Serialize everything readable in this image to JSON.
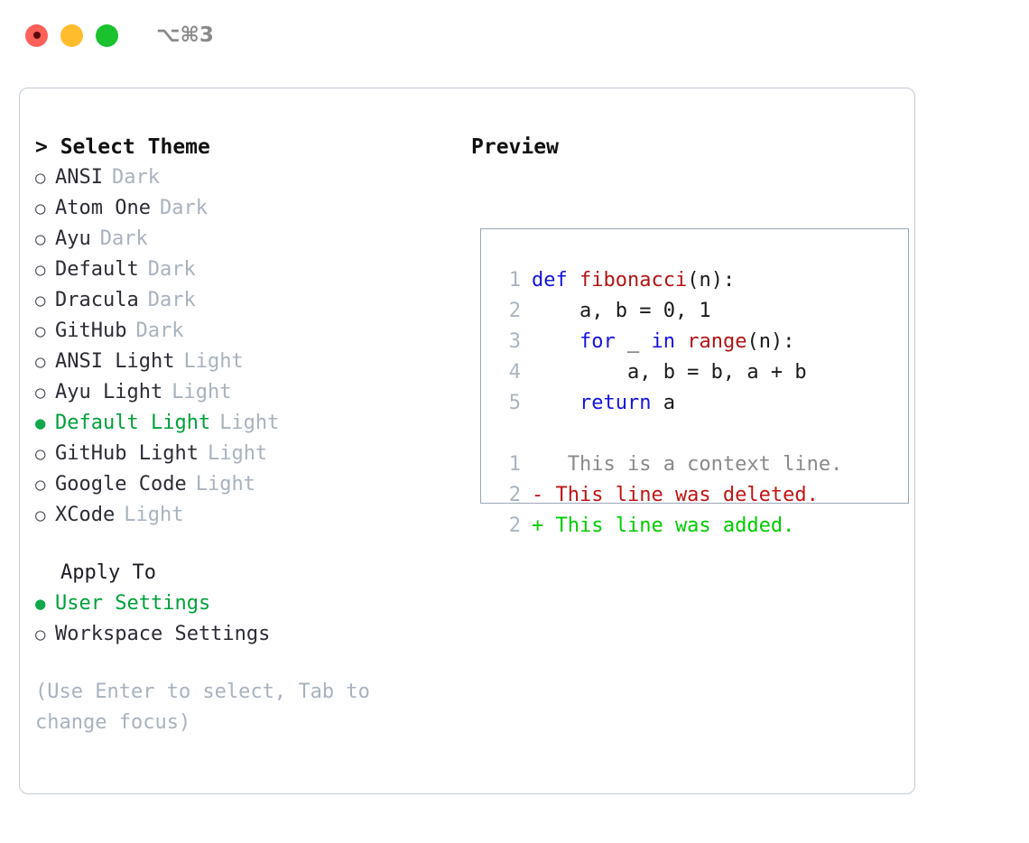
{
  "titlebar": {
    "shortcut": "⌥⌘3",
    "lights": [
      {
        "name": "close",
        "color": "#ff6059"
      },
      {
        "name": "minimize",
        "color": "#ffbd2e"
      },
      {
        "name": "maximize",
        "color": "#1ac22e"
      }
    ]
  },
  "theme_panel": {
    "header": "> Select Theme",
    "themes": [
      {
        "bullet": "○",
        "name": "ANSI",
        "tag": "Dark",
        "selected": false
      },
      {
        "bullet": "○",
        "name": "Atom One",
        "tag": "Dark",
        "selected": false
      },
      {
        "bullet": "○",
        "name": "Ayu",
        "tag": "Dark",
        "selected": false
      },
      {
        "bullet": "○",
        "name": "Default",
        "tag": "Dark",
        "selected": false
      },
      {
        "bullet": "○",
        "name": "Dracula",
        "tag": "Dark",
        "selected": false
      },
      {
        "bullet": "○",
        "name": "GitHub",
        "tag": "Dark",
        "selected": false
      },
      {
        "bullet": "○",
        "name": "ANSI Light",
        "tag": "Light",
        "selected": false
      },
      {
        "bullet": "○",
        "name": "Ayu Light",
        "tag": "Light",
        "selected": false
      },
      {
        "bullet": "●",
        "name": "Default Light",
        "tag": "Light",
        "selected": true
      },
      {
        "bullet": "○",
        "name": "GitHub Light",
        "tag": "Light",
        "selected": false
      },
      {
        "bullet": "○",
        "name": "Google Code",
        "tag": "Light",
        "selected": false
      },
      {
        "bullet": "○",
        "name": "XCode",
        "tag": "Light",
        "selected": false
      }
    ]
  },
  "apply_to": {
    "header": "Apply To",
    "options": [
      {
        "bullet": "●",
        "name": "User Settings",
        "selected": true
      },
      {
        "bullet": "○",
        "name": "Workspace Settings",
        "selected": false
      }
    ]
  },
  "hint": "(Use Enter to select, Tab to change focus)",
  "preview": {
    "title": "Preview",
    "code_lines": [
      {
        "no": "1",
        "tokens": [
          {
            "t": "def ",
            "c": "kw"
          },
          {
            "t": "fibonacci",
            "c": "fn"
          },
          {
            "t": "(n):",
            "c": "plain"
          }
        ]
      },
      {
        "no": "2",
        "tokens": [
          {
            "t": "    a, b = 0, 1",
            "c": "plain"
          }
        ]
      },
      {
        "no": "3",
        "tokens": [
          {
            "t": "    ",
            "c": "plain"
          },
          {
            "t": "for",
            "c": "kw"
          },
          {
            "t": " _ ",
            "c": "plain"
          },
          {
            "t": "in",
            "c": "kw"
          },
          {
            "t": " ",
            "c": "plain"
          },
          {
            "t": "range",
            "c": "fn"
          },
          {
            "t": "(n):",
            "c": "plain"
          }
        ]
      },
      {
        "no": "4",
        "tokens": [
          {
            "t": "        a, b = b, a + b",
            "c": "plain"
          }
        ]
      },
      {
        "no": "5",
        "tokens": [
          {
            "t": "    ",
            "c": "plain"
          },
          {
            "t": "return",
            "c": "kw"
          },
          {
            "t": " a",
            "c": "plain"
          }
        ]
      }
    ],
    "diff_lines": [
      {
        "no": "1",
        "marker": " ",
        "text": "  This is a context line.",
        "kind": "ctx"
      },
      {
        "no": "2",
        "marker": "-",
        "text": " This line was deleted.",
        "kind": "del"
      },
      {
        "no": "2",
        "marker": "+",
        "text": " This line was added.",
        "kind": "add"
      }
    ]
  },
  "colors": {
    "selected_green": "#00a03a",
    "tag_gray": "#a9b2be",
    "keyword_blue": "#1414e0",
    "function_red": "#b41414",
    "diff_delete": "#c01515",
    "diff_add": "#00cc00",
    "lineno_gray": "#aab4c2",
    "border_gray": "#9aa7b5"
  }
}
